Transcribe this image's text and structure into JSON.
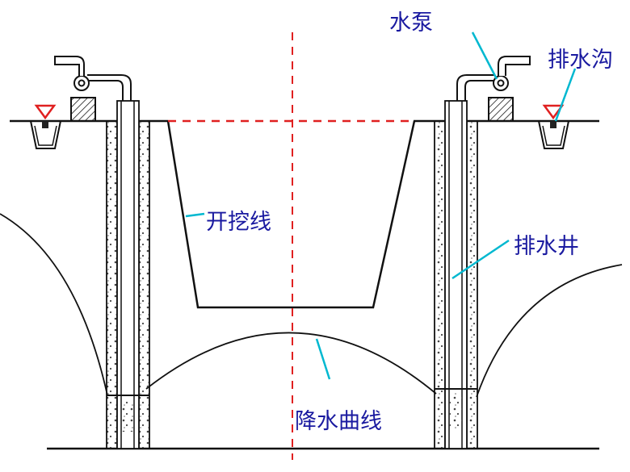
{
  "labels": {
    "pump": "水泵",
    "drain_ditch": "排水沟",
    "excavation_line": "开挖线",
    "drainage_well": "排水井",
    "dewatering_curve": "降水曲线"
  },
  "colors": {
    "line": "#111111",
    "dashed": "#e02020",
    "leader": "#00b8d0",
    "text": "#1a1aa0",
    "water_marker": "#e02020"
  }
}
